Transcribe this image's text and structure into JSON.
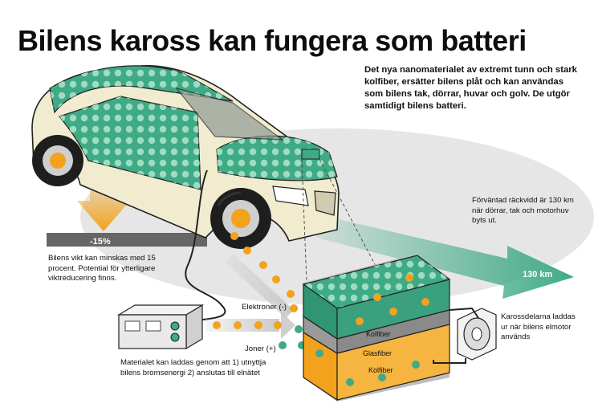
{
  "title": "Bilens kaross kan fungera som batteri",
  "intro": "Det nya nanomaterialet av extremt tunn och stark kolfiber, ersätter bilens plåt och kan användas som bilens tak, dörrar, huvar och golv. De utgör samtidigt bilens batteri.",
  "range": {
    "note": "Förväntad räckvidd är 130 km när dörrar, tak och motorhuv byts ut.",
    "badge": "130 km"
  },
  "weight": {
    "percent": "-15%",
    "note": "Bilens vikt kan minskas med 15 procent. Potential för ytterligare viktreducering finns."
  },
  "charging": {
    "note": "Materialet kan laddas genom att 1) utnyttja bilens bromsenergi 2) anslutas till elnätet"
  },
  "flow": {
    "electrons": "Elektroner (-)",
    "ions": "Joner (+)"
  },
  "battery": {
    "layers": [
      "Kolfiber",
      "Glasfiber",
      "Kolfiber"
    ],
    "body_note": "Karossdelarna laddas ur när bilens elmotor används"
  },
  "colors": {
    "car_body": "#f1eccf",
    "composite_green": "#3faa86",
    "arrow_orange": "#f2a21d",
    "road_gray": "#e3e3e3",
    "bar_gray": "#666666"
  }
}
